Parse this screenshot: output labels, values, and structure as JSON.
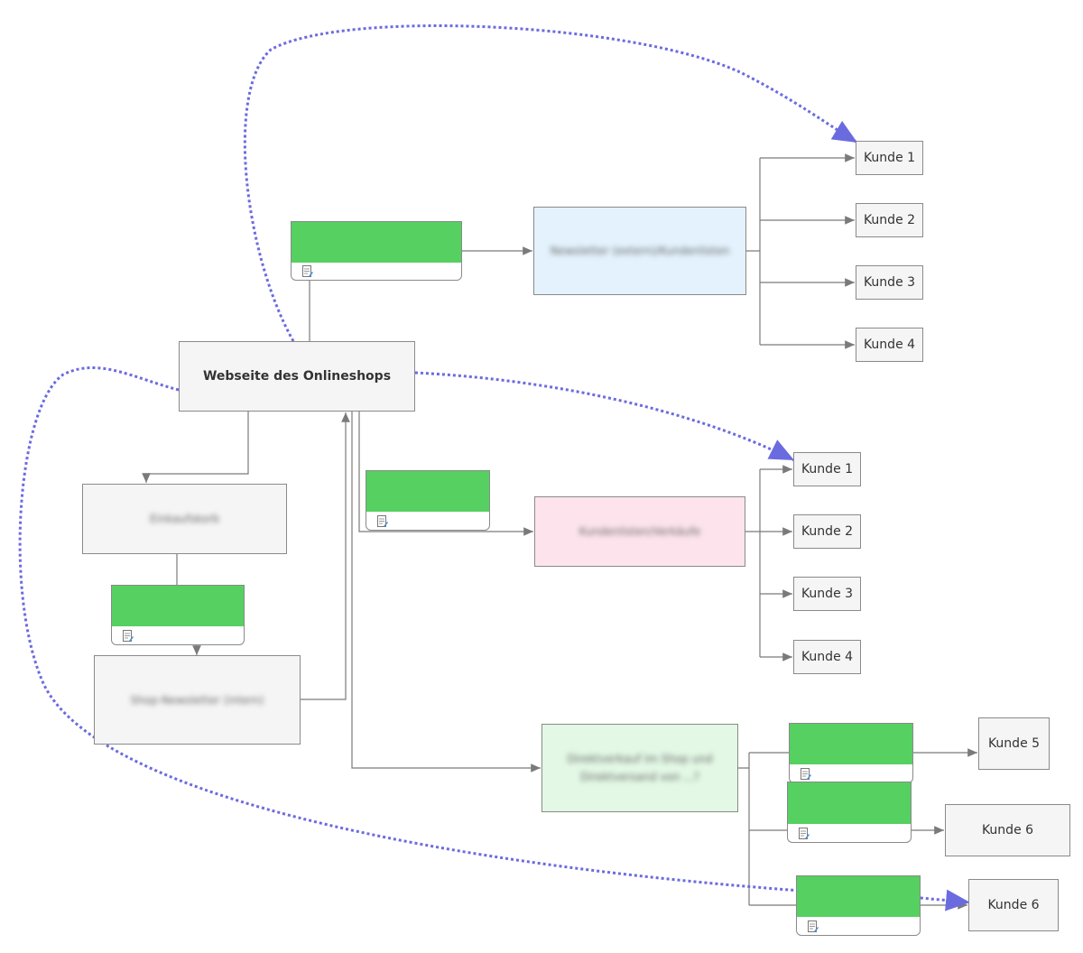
{
  "main_node": {
    "label": "Webseite des Onlineshops"
  },
  "branch_top": {
    "target_label": "Newsletter (extern)/Kundenlisten",
    "customers": [
      "Kunde 1",
      "Kunde 2",
      "Kunde 3",
      "Kunde 4"
    ]
  },
  "branch_middle": {
    "target_label": "Kundenlisten/Verkäufe",
    "customers": [
      "Kunde 1",
      "Kunde 2",
      "Kunde 3",
      "Kunde 4"
    ]
  },
  "branch_left": {
    "first_label": "Einkaufskorb",
    "second_label": "Shop-Newsletter (intern)"
  },
  "branch_bottom": {
    "target_label": "Direktverkauf im Shop und Direktversand von ...?",
    "customers": [
      "Kunde 5",
      "Kunde 6",
      "Kunde 6"
    ]
  },
  "colors": {
    "data_card": "#55d061",
    "dotted_flow": "#6b6be0",
    "connector": "#7a7a7a",
    "node_fill": "#f5f5f5",
    "node_blue": "#e3f2fc",
    "node_pink": "#fde4ec",
    "node_green": "#e3f8e5"
  },
  "icons": {
    "card_icon": "document-edit-icon"
  }
}
